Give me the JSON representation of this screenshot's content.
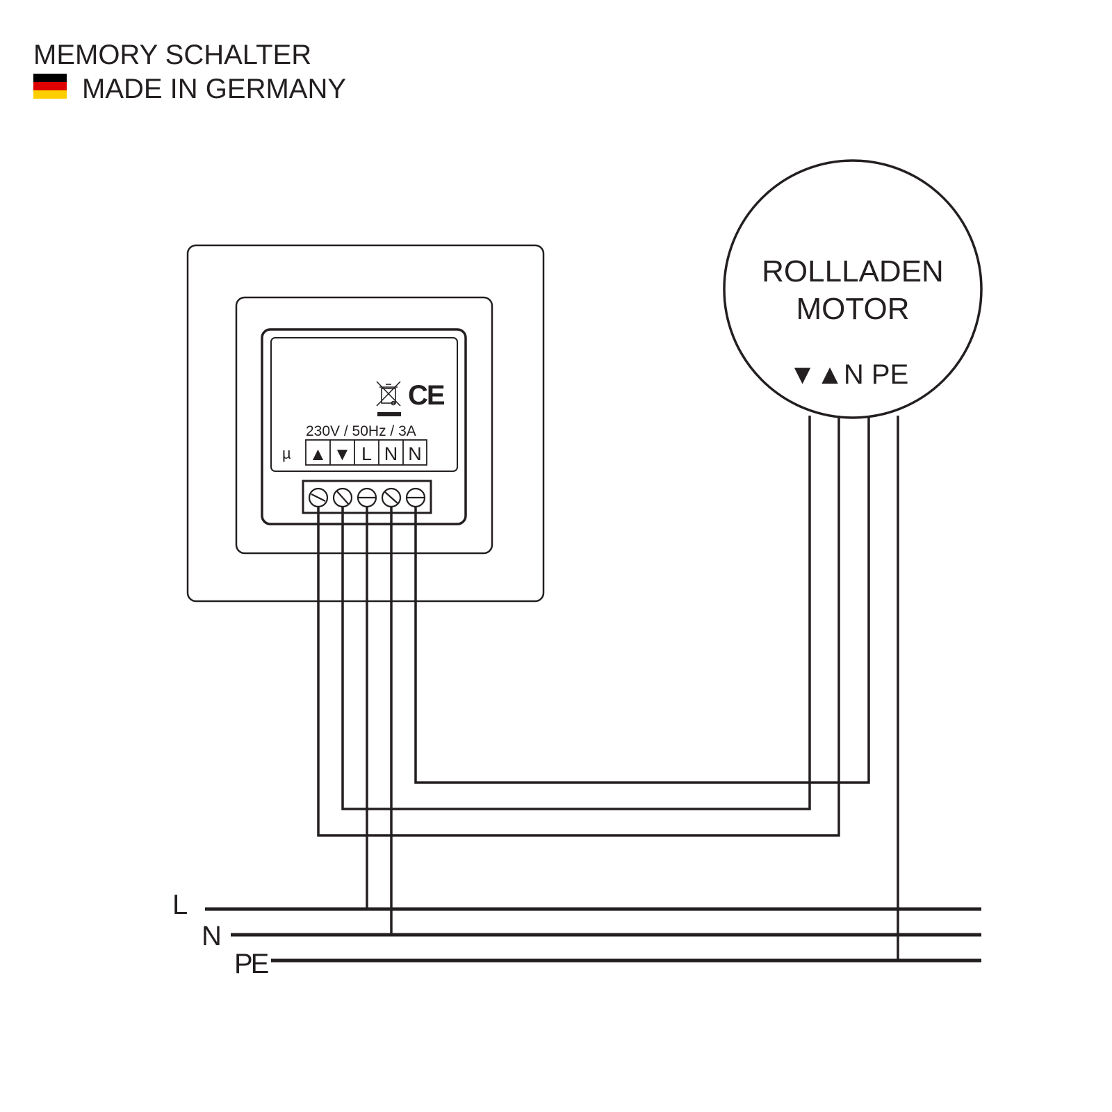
{
  "header": {
    "title": "MEMORY SCHALTER",
    "origin": "MADE IN GERMANY",
    "flag_colors": [
      "#000000",
      "#dd0000",
      "#ffce00"
    ]
  },
  "switch": {
    "rating": "230V / 50Hz / 3A",
    "mu_symbol": "µ",
    "terminals": [
      "▲",
      "▼",
      "L",
      "N",
      "N"
    ],
    "ce_mark": "CE",
    "weee_icon": "crossed-out-bin-icon"
  },
  "motor": {
    "title_line1": "ROLLLADEN",
    "title_line2": "MOTOR",
    "terminals": "▼▲N PE"
  },
  "mains": {
    "L": "L",
    "N": "N",
    "PE": "PE"
  },
  "colors": {
    "line": "#231f20",
    "background": "#ffffff"
  }
}
